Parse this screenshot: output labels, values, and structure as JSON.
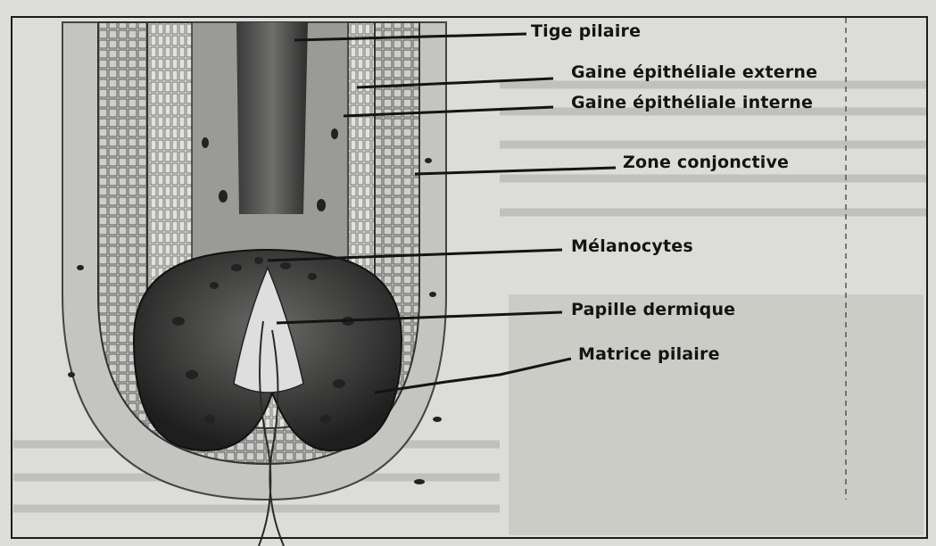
{
  "labels": {
    "tige": "Tige pilaire",
    "externe": "Gaine épithéliale externe",
    "interne": "Gaine épithéliale interne",
    "conjonctive": "Zone conjonctive",
    "melanocytes": "Mélanocytes",
    "papille": "Papille dermique",
    "matrice": "Matrice pilaire"
  },
  "colors": {
    "paper": "#dcdcd8",
    "ink": "#141414",
    "bulb": "#2a2a2a",
    "sheath": "#bdbdb8"
  }
}
